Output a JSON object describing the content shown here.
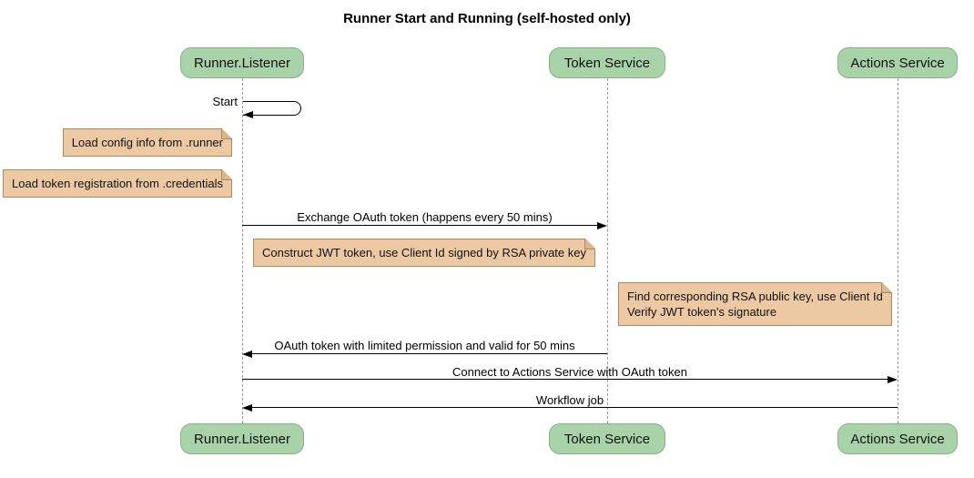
{
  "diagram": {
    "title": "Runner Start and Running (self-hosted only)",
    "participants": [
      {
        "id": "runner-listener",
        "name": "Runner.Listener"
      },
      {
        "id": "token-service",
        "name": "Token Service"
      },
      {
        "id": "actions-service",
        "name": "Actions Service"
      }
    ],
    "self_message": {
      "label": "Start",
      "from": "Runner.Listener",
      "to": "Runner.Listener"
    },
    "messages": [
      {
        "label": "Exchange OAuth token (happens every 50 mins)",
        "from": "Runner.Listener",
        "to": "Token Service"
      },
      {
        "label": "OAuth token with limited permission and valid for 50 mins",
        "from": "Token Service",
        "to": "Runner.Listener"
      },
      {
        "label": "Connect to Actions Service with OAuth token",
        "from": "Runner.Listener",
        "to": "Actions Service"
      },
      {
        "label": "Workflow job",
        "from": "Actions Service",
        "to": "Runner.Listener"
      }
    ],
    "notes": [
      {
        "text": "Load config info from .runner",
        "position": "left of Runner.Listener"
      },
      {
        "text": "Load token registration from .credentials",
        "position": "left of Runner.Listener"
      },
      {
        "text": "Construct JWT token, use Client Id signed by RSA private key",
        "position": "between Runner.Listener and Token Service"
      },
      {
        "lines": [
          "Find corresponding RSA public key, use Client Id",
          "Verify JWT token's signature"
        ],
        "position": "between Token Service and Actions Service"
      }
    ],
    "colors": {
      "participant_fill": "#a8d2a8",
      "participant_border": "#86b286",
      "note_fill": "#ecc9a3",
      "note_border": "#aa8a5f",
      "lifeline": "#999999",
      "message_line": "#000000",
      "background": "#ffffff"
    }
  }
}
